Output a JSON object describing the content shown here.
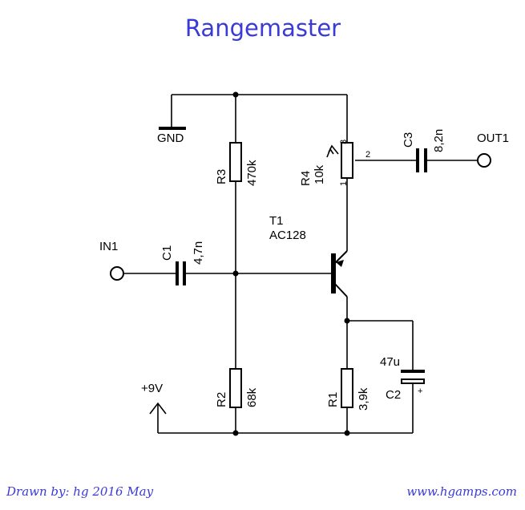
{
  "title": "Rangemaster",
  "footer": {
    "drawn_by": "Drawn by: hg 2016 May",
    "website": "www.hgamps.com"
  },
  "colors": {
    "accent": "#3a3ad6",
    "ink": "#000000",
    "background": "#ffffff"
  },
  "ports": {
    "in": "IN1",
    "out": "OUT1",
    "gnd": "GND",
    "supply": "+9V"
  },
  "components": {
    "r1": {
      "ref": "R1",
      "value": "3,9k"
    },
    "r2": {
      "ref": "R2",
      "value": "68k"
    },
    "r3": {
      "ref": "R3",
      "value": "470k"
    },
    "r4": {
      "ref": "R4",
      "value": "10k",
      "pin1": "1",
      "pin2": "2",
      "pin3": "3"
    },
    "c1": {
      "ref": "C1",
      "value": "4,7n"
    },
    "c2": {
      "ref": "C2",
      "value": "47u",
      "polarity": "+"
    },
    "c3": {
      "ref": "C3",
      "value": "8,2n"
    },
    "t1": {
      "ref": "T1",
      "value": "AC128"
    }
  }
}
